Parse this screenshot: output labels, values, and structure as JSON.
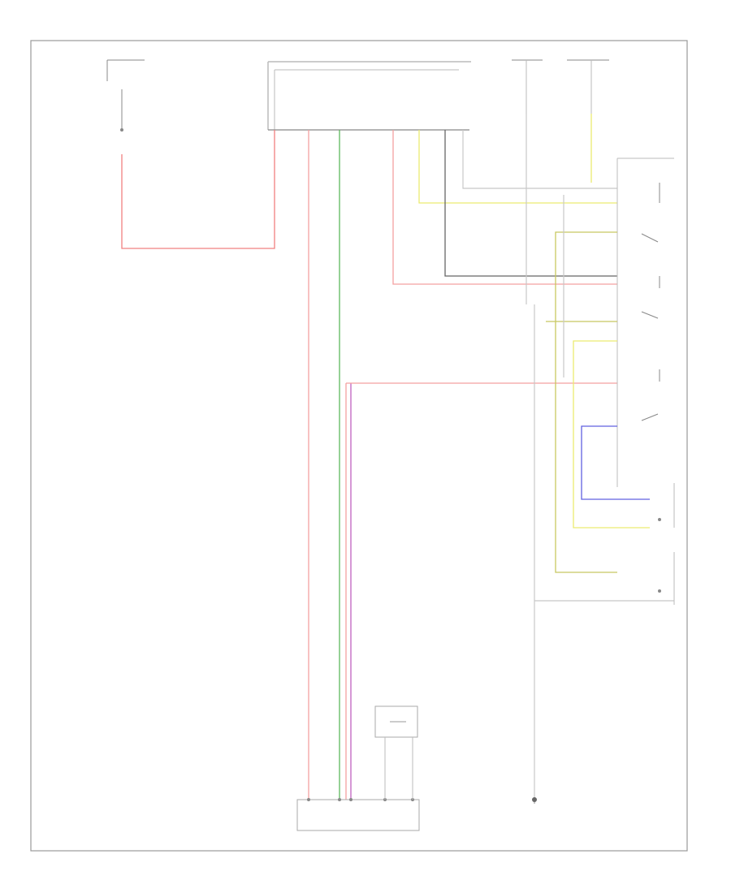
{
  "diagram": {
    "footer_code": "",
    "wire_colors": {
      "red": "#f08080",
      "pink": "#f4a0a0",
      "green": "#5cb85c",
      "violet": "#c060c0",
      "yellow": "#ecec70",
      "olive": "#c8c860",
      "blue": "#6060e0",
      "dark": "#666666",
      "light": "#c8c8c8"
    },
    "connector_labels": [
      {
        "id": "main-connector",
        "text": ""
      },
      {
        "id": "sensor-box",
        "text": ""
      },
      {
        "id": "ground",
        "text": ""
      }
    ]
  }
}
